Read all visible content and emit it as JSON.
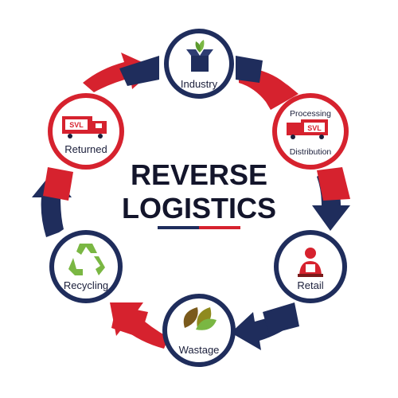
{
  "diagram": {
    "title_line1": "REVERSE",
    "title_line2": "LOGISTICS",
    "colors": {
      "navy": "#1f2d5c",
      "red": "#d6222e",
      "dark_text": "#13152b",
      "green": "#7ab743",
      "olive": "#8f8a1f",
      "brown": "#7a5a1c"
    },
    "nodes": [
      {
        "id": "industry",
        "label": "Industry",
        "ring": "navy",
        "icon": "box-with-leaf-icon"
      },
      {
        "id": "processing",
        "label_top": "Processing",
        "label_bottom": "Distribution",
        "ring": "red",
        "icon": "svl-truck-icon",
        "truck_text": "SVL"
      },
      {
        "id": "retail",
        "label": "Retail",
        "ring": "navy",
        "icon": "retail-worker-icon"
      },
      {
        "id": "wastage",
        "label": "Wastage",
        "ring": "navy",
        "icon": "leaves-icon"
      },
      {
        "id": "recycling",
        "label": "Recycling",
        "ring": "navy",
        "icon": "recycle-icon"
      },
      {
        "id": "returned",
        "label": "Returned",
        "ring": "red",
        "icon": "svl-truck-icon",
        "truck_text": "SVL"
      }
    ]
  }
}
